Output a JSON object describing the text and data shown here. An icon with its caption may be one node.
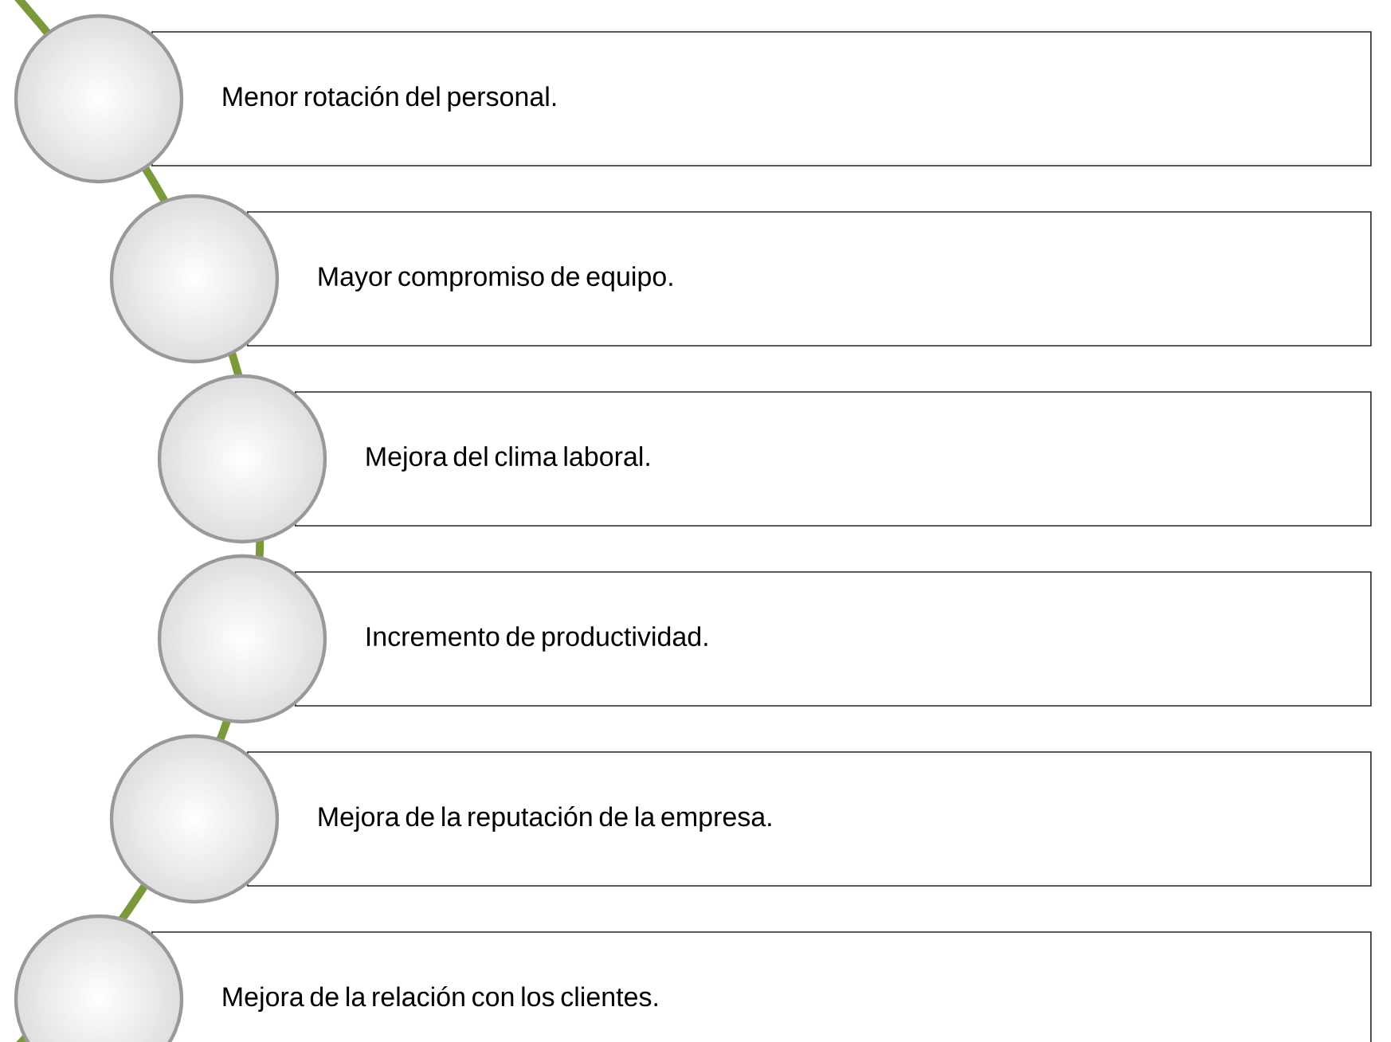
{
  "diagram": {
    "nodes": [
      {
        "text": [],
        "shape": "circle"
      },
      {
        "text": [
          "Menor rotación del personal."
        ]
      },
      {
        "text": [],
        "shape": "circle"
      },
      {
        "text": [
          "Mayor compromiso de equipo."
        ]
      },
      {
        "text": [],
        "shape": "circle"
      },
      {
        "text": [
          "Mejora del clima laboral."
        ]
      },
      {
        "text": [],
        "shape": "circle"
      },
      {
        "text": [
          "Incremento de productividad."
        ]
      },
      {
        "text": [],
        "shape": "circle"
      },
      {
        "text": [
          "Mejora de la reputación de la empresa."
        ]
      },
      {
        "text": [],
        "shape": "circle"
      },
      {
        "text": [
          "Mejora de la relación con los clientes."
        ]
      }
    ]
  }
}
